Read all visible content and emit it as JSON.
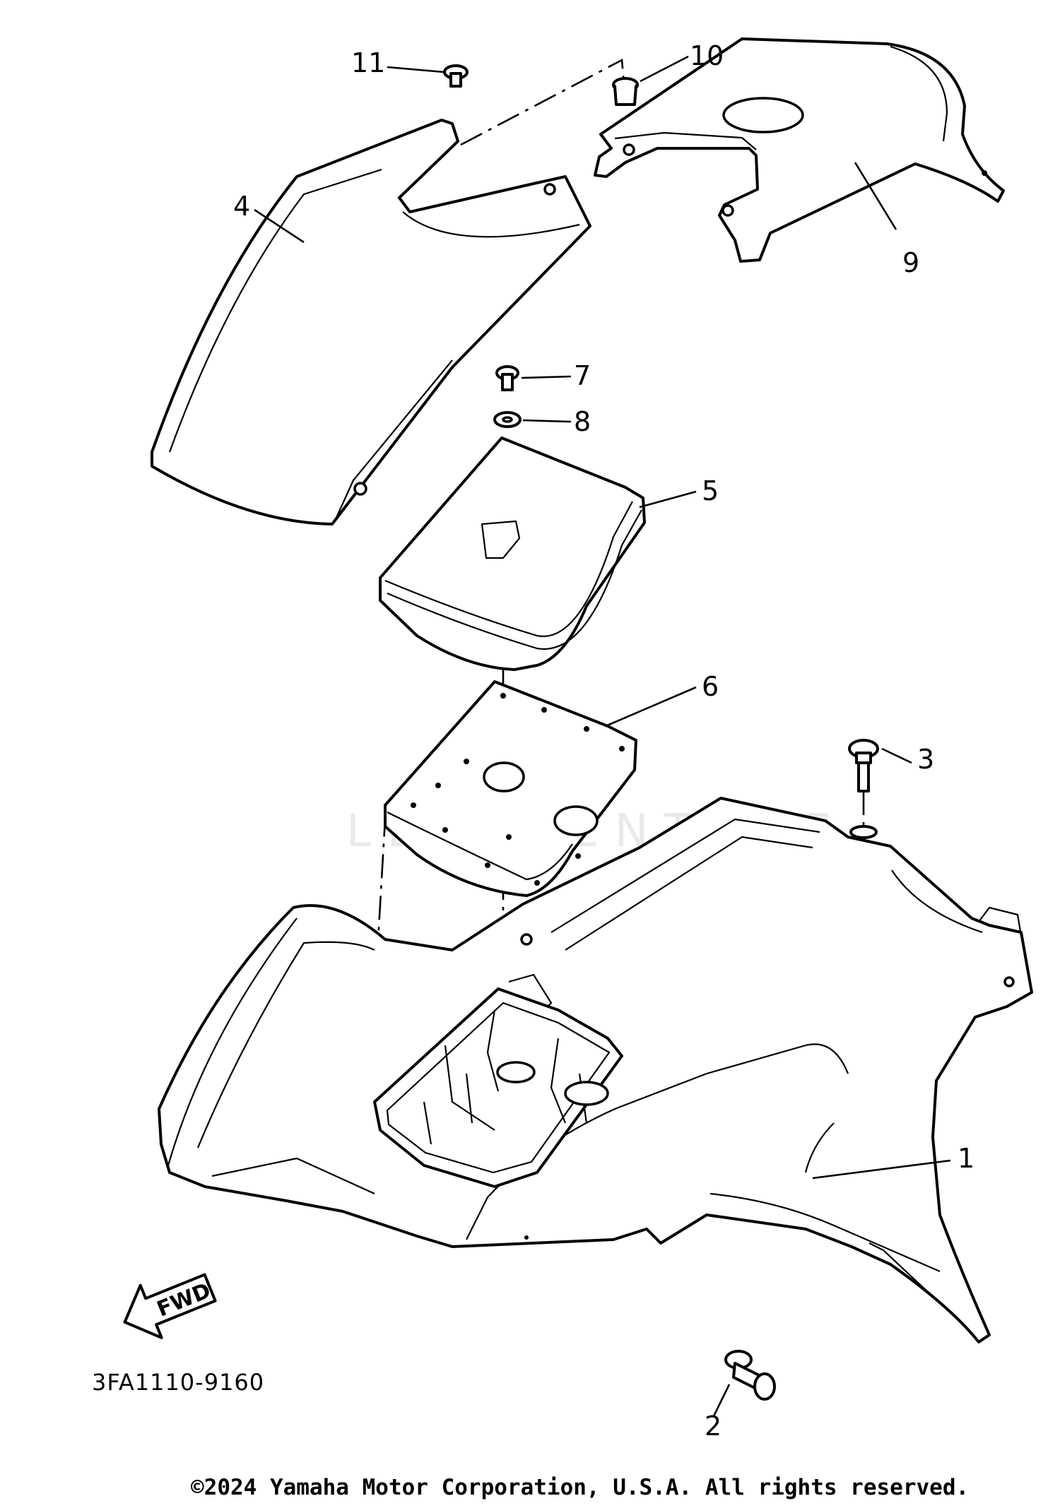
{
  "diagram": {
    "callouts": [
      {
        "id": "1",
        "label": "1"
      },
      {
        "id": "2",
        "label": "2"
      },
      {
        "id": "3",
        "label": "3"
      },
      {
        "id": "4",
        "label": "4"
      },
      {
        "id": "5",
        "label": "5"
      },
      {
        "id": "6",
        "label": "6"
      },
      {
        "id": "7",
        "label": "7"
      },
      {
        "id": "8",
        "label": "8"
      },
      {
        "id": "9",
        "label": "9"
      },
      {
        "id": "10",
        "label": "10"
      },
      {
        "id": "11",
        "label": "11"
      }
    ],
    "direction_label": "FWD",
    "part_code": "3FA1110-9160",
    "watermark": "LETDVENTURE"
  },
  "footer": {
    "copyright": "©2024 Yamaha Motor Corporation, U.S.A. All rights reserved."
  }
}
